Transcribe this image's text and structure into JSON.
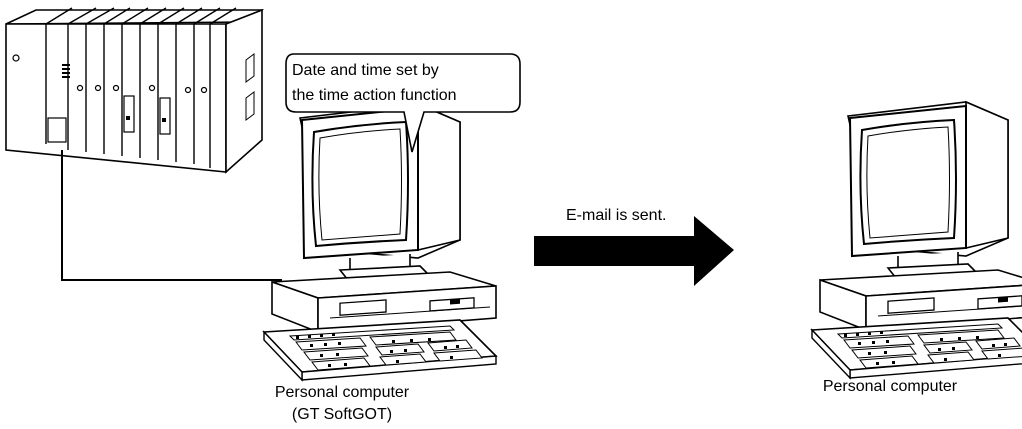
{
  "callout": {
    "line1": "Date and time set by",
    "line2": "the time action function"
  },
  "arrow": {
    "label": "E-mail is sent."
  },
  "left_computer": {
    "label_line1": "Personal computer",
    "label_line2": "(GT SoftGOT)"
  },
  "right_computer": {
    "label": "Personal computer"
  }
}
